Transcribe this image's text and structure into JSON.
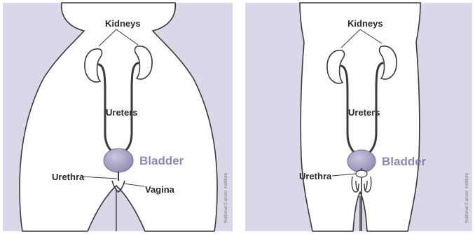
{
  "panels": [
    {
      "kidneys_label": "Kidneys",
      "ureters_label": "Ureters",
      "bladder_label": "Bladder",
      "urethra_label": "Urethra",
      "vagina_label": "Vagina",
      "credit": "National Cancer Institute"
    },
    {
      "kidneys_label": "Kidneys",
      "ureters_label": "Ureters",
      "bladder_label": "Bladder",
      "urethra_label": "Urethra",
      "credit": "National Cancer Institute"
    }
  ],
  "colors": {
    "background": "#d9d8e9",
    "body_fill": "#ffffff",
    "outline": "#3a3a3a",
    "bladder": "#a19fbd",
    "bladder_label": "#8e89b3"
  }
}
